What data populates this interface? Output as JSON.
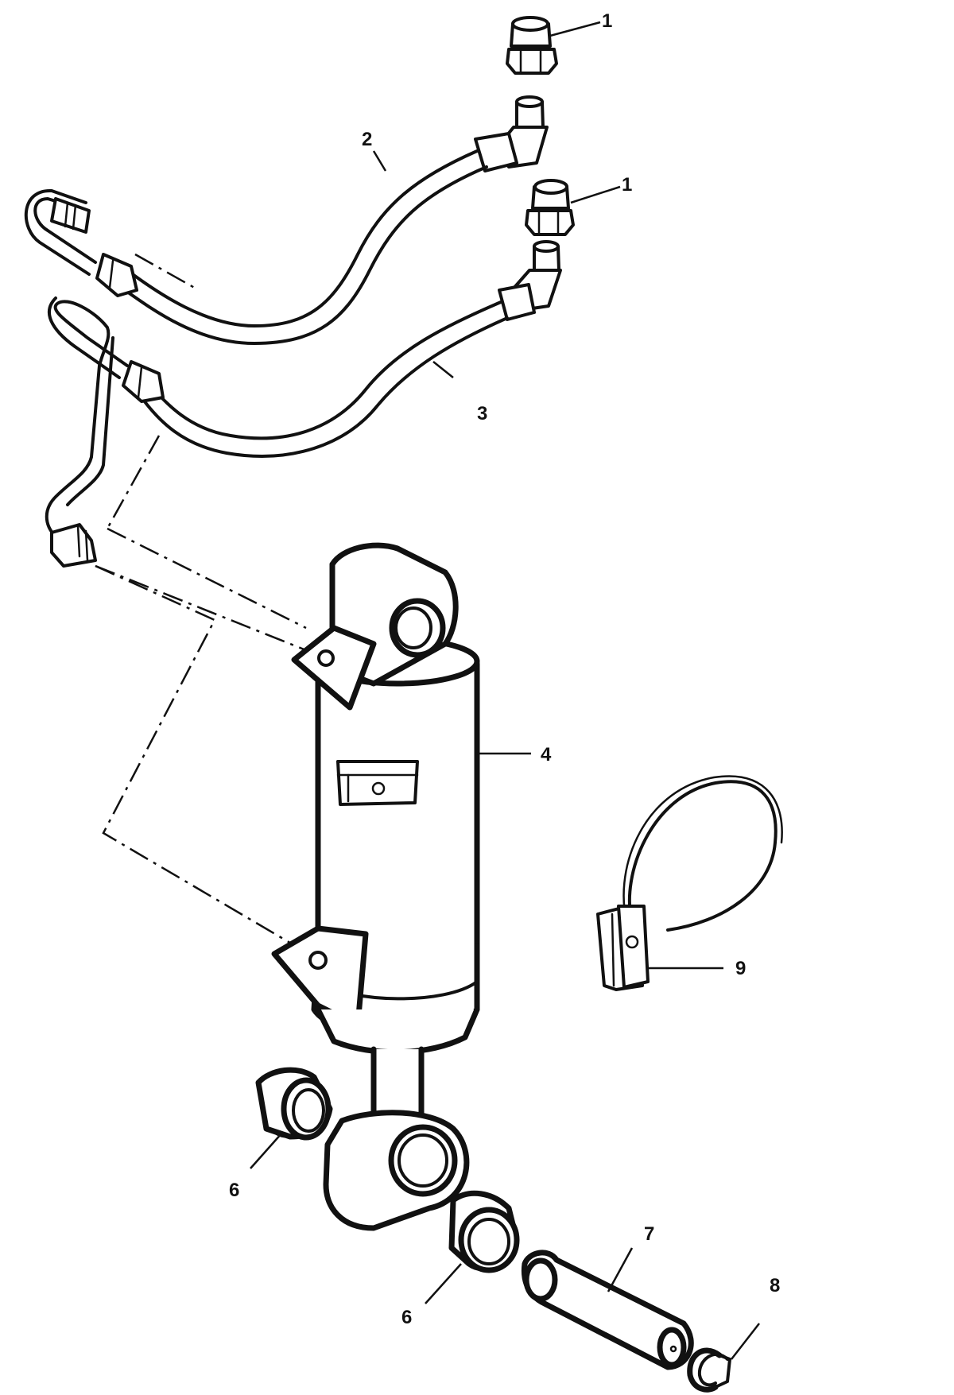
{
  "callouts": [
    {
      "id": "callout-1-top",
      "label": "1"
    },
    {
      "id": "callout-2",
      "label": "2"
    },
    {
      "id": "callout-1-mid",
      "label": "1"
    },
    {
      "id": "callout-3",
      "label": "3"
    },
    {
      "id": "callout-4",
      "label": "4"
    },
    {
      "id": "callout-9",
      "label": "9"
    },
    {
      "id": "callout-6-left",
      "label": "6"
    },
    {
      "id": "callout-7",
      "label": "7"
    },
    {
      "id": "callout-6-right",
      "label": "6"
    },
    {
      "id": "callout-8",
      "label": "8"
    }
  ]
}
